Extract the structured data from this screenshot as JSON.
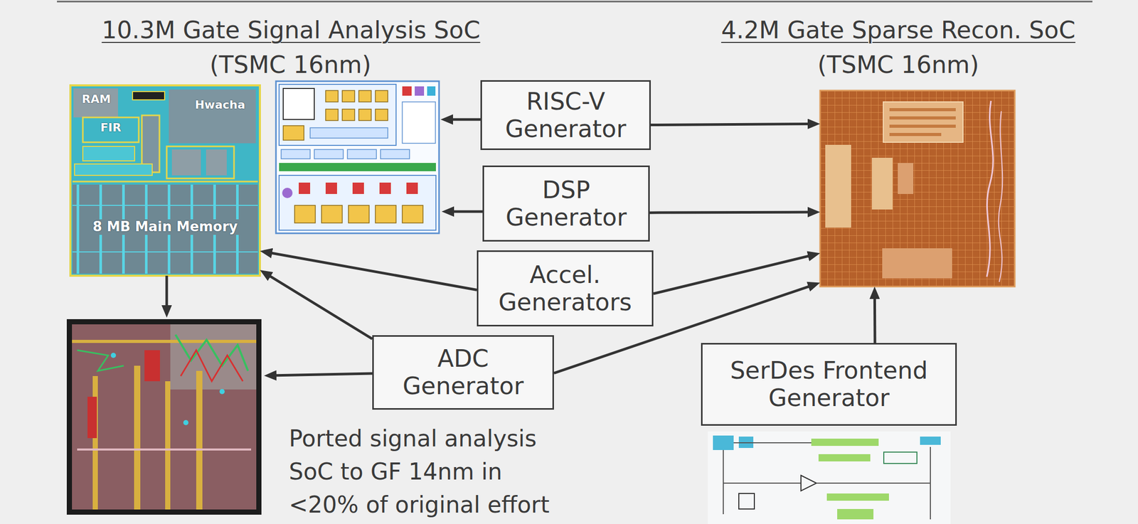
{
  "diagram": {
    "nodes": [
      {
        "text": [
          "10.3M Gate Signal Analysis SoC",
          "(TSMC 16nm)",
          "RAM",
          "FIR",
          "Hwacha",
          "8 MB Main Memory"
        ]
      },
      {
        "text": [
          "4.2M Gate Sparse Recon. SoC",
          "(TSMC 16nm)"
        ]
      },
      {
        "text": [
          "RISC-V Generator"
        ]
      },
      {
        "text": [
          "DSP Generator"
        ]
      },
      {
        "text": [
          "Accel. Generators"
        ]
      },
      {
        "text": [
          "ADC Generator"
        ]
      },
      {
        "text": [
          "SerDes Frontend Generator"
        ]
      }
    ],
    "edges": [
      {
        "from": 2,
        "to": 1,
        "arrow": "to"
      },
      {
        "from": 3,
        "to": 1,
        "arrow": "to"
      },
      {
        "from": 4,
        "to": 0,
        "arrow": "to"
      },
      {
        "from": 4,
        "to": 1,
        "arrow": "to"
      },
      {
        "from": 5,
        "to": 0,
        "arrow": "to"
      },
      {
        "from": 5,
        "to": 1,
        "arrow": "to"
      },
      {
        "from": 6,
        "to": 1,
        "arrow": "to"
      }
    ],
    "labels": [
      "Ported signal analysis SoC to GF 14nm in <20% of original effort"
    ]
  }
}
